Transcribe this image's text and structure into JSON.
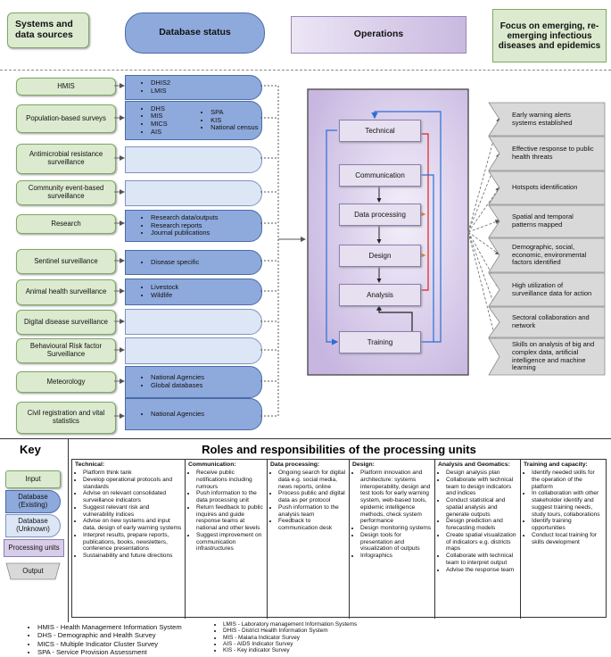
{
  "headers": {
    "systems": "Systems and data sources",
    "database_status": "Database status",
    "operations": "Operations",
    "focus": "Focus on emerging, re-emerging infectious diseases and epidemics"
  },
  "inputs": [
    {
      "label": "HMIS",
      "status": "existing",
      "items": [
        "DHIS2",
        "LMIS"
      ]
    },
    {
      "label": "Population-based surveys",
      "status": "existing",
      "items": [
        "DHS",
        "MIS",
        "MICS",
        "AIS"
      ],
      "items2": [
        "SPA",
        "KIS",
        "National census"
      ]
    },
    {
      "label": "Antimicrobial resistance surveillance",
      "status": "unknown",
      "items": []
    },
    {
      "label": "Community event-based surveillance",
      "status": "unknown",
      "items": []
    },
    {
      "label": "Research",
      "status": "existing",
      "items": [
        "Research data/outputs",
        "Research reports",
        "Journal publications"
      ]
    },
    {
      "label": "Sentinel surveillance",
      "status": "existing",
      "items": [
        "Disease specific"
      ]
    },
    {
      "label": "Animal health surveillance",
      "status": "existing",
      "items": [
        "Livestock",
        "Wildlife"
      ]
    },
    {
      "label": "Digital disease surveillance",
      "status": "unknown",
      "items": []
    },
    {
      "label": "Behavioural Risk factor Surveillance",
      "status": "unknown",
      "items": []
    },
    {
      "label": "Meteorology",
      "status": "existing",
      "items": [
        "National Agencies",
        "Global databases"
      ]
    },
    {
      "label": "Civil registration and vital statistics",
      "status": "existing",
      "items": [
        "National Agencies"
      ]
    }
  ],
  "units": [
    "Technical",
    "Communication",
    "Data processing",
    "Design",
    "Analysis",
    "Training"
  ],
  "outputs": [
    "Early warning alerts systems established",
    "Effective response to public health threats",
    "Hotspots identification",
    "Spatial and temporal patterns mapped",
    "Demographic, social, economic, environmental factors identified",
    "High utilization of surveillance data for action",
    "Sectoral collaboration and network",
    "Skills on analysis of big and complex data, artificial intelligence and machine learning"
  ],
  "key": {
    "title": "Key",
    "input": "Input",
    "db_existing": "Database (Existing)",
    "db_unknown": "Database (Unknown)",
    "processing": "Processing units",
    "output": "Output"
  },
  "roles_title": "Roles and responsibilities of the processing units",
  "roles": [
    {
      "title": "Technical:",
      "items": [
        "Platform think tank",
        "Develop operational protocols and standards",
        "Advise on relevant consolidated surveillance indicators",
        "Suggest relevant risk and vulnerability indices",
        "Advise on new systems and input data, design of early warning systems",
        "Interpret results, prepare reports, publications, books, newsletters, conference presentations",
        "Sustainability and future directions"
      ]
    },
    {
      "title": "Communication:",
      "items": [
        "Receive public notifications including rumours",
        "Push information to the data processing unit",
        "Return feedback to public inquires and guide response teams at national and other levels",
        "Suggest improvement on communication infrastructures"
      ]
    },
    {
      "title": "Data processing:",
      "items": [
        "Ongoing search for digital data e.g. social media, news reports, online",
        "Process public and digital data as per protocol",
        "Push information to the analysis team",
        "Feedback to communication desk"
      ]
    },
    {
      "title": "Design:",
      "items": [
        "Platform innovation and architecture: systems interoperability, design and test tools for early warning system, web-based tools, epidemic intelligence methods, check system performance",
        "Design monitoring systems",
        "Design tools for presentation and visualization of outputs",
        "Infographics"
      ]
    },
    {
      "title": "Analysis and Geomatics:",
      "items": [
        "Design analysis plan",
        "Collaborate with technical team to design indicators and indices",
        "Conduct statistical and spatial analysis and generate outputs",
        "Design prediction and forecasting models",
        "Create spatial visualization of indicators e.g. districts maps",
        "Collaborate with technical team to interpret output",
        "Advise the response team"
      ]
    },
    {
      "title": "Training and capacity:",
      "items": [
        "Identify needed skills for the operation of the platform",
        "In collaboration with other stakeholder identify and suggest training needs, study tours, collaborations",
        "Identify training opportunities",
        "Conduct local training for skills development"
      ]
    }
  ],
  "abbreviations_left": [
    "HMIS - Health Management Information System",
    "DHS - Demographic and Health Survey",
    "MICS - Multiple Indicator Cluster Survey",
    "SPA - Service Provision Assessment"
  ],
  "abbreviations_right": [
    "LMIS - Laboratory management Information Systems",
    "DHIS - District Health Information System",
    "MIS - Malaria Indicator Survey",
    "AIS - AIDS Indicator Survey",
    "KIS - Key indicator Survey"
  ],
  "colors": {
    "input_fill": "#dcebd0",
    "db_existing": "#8ea9dc",
    "db_unknown": "#dce6f5",
    "processing": "#d8cde8",
    "output": "#d9d9d9",
    "arrow_red": "#e02020",
    "arrow_blue": "#2a6fd6"
  }
}
